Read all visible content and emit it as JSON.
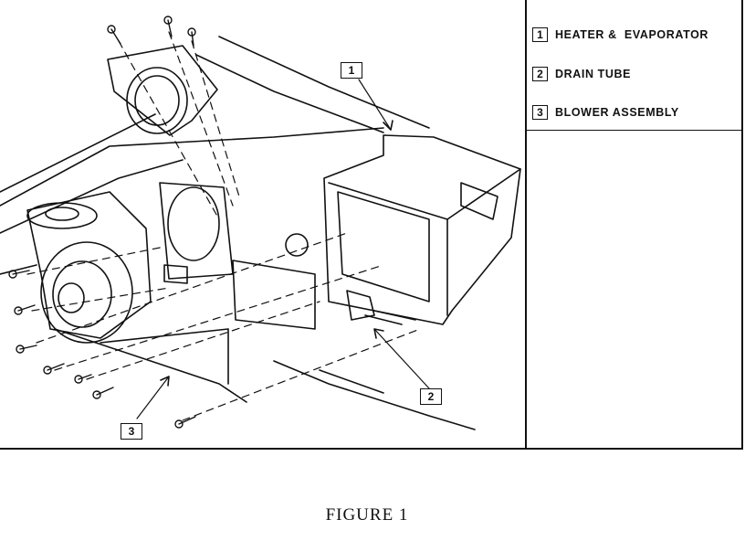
{
  "legend": [
    {
      "number": "1",
      "text": "HEATER &  EVAPORATOR"
    },
    {
      "number": "2",
      "text": "DRAIN TUBE"
    },
    {
      "number": "3",
      "text": "BLOWER ASSEMBLY"
    }
  ],
  "callouts": {
    "one": "1",
    "two": "2",
    "three": "3"
  },
  "caption": "FIGURE 1",
  "colors": {
    "ink": "#111111",
    "paper": "#ffffff"
  }
}
